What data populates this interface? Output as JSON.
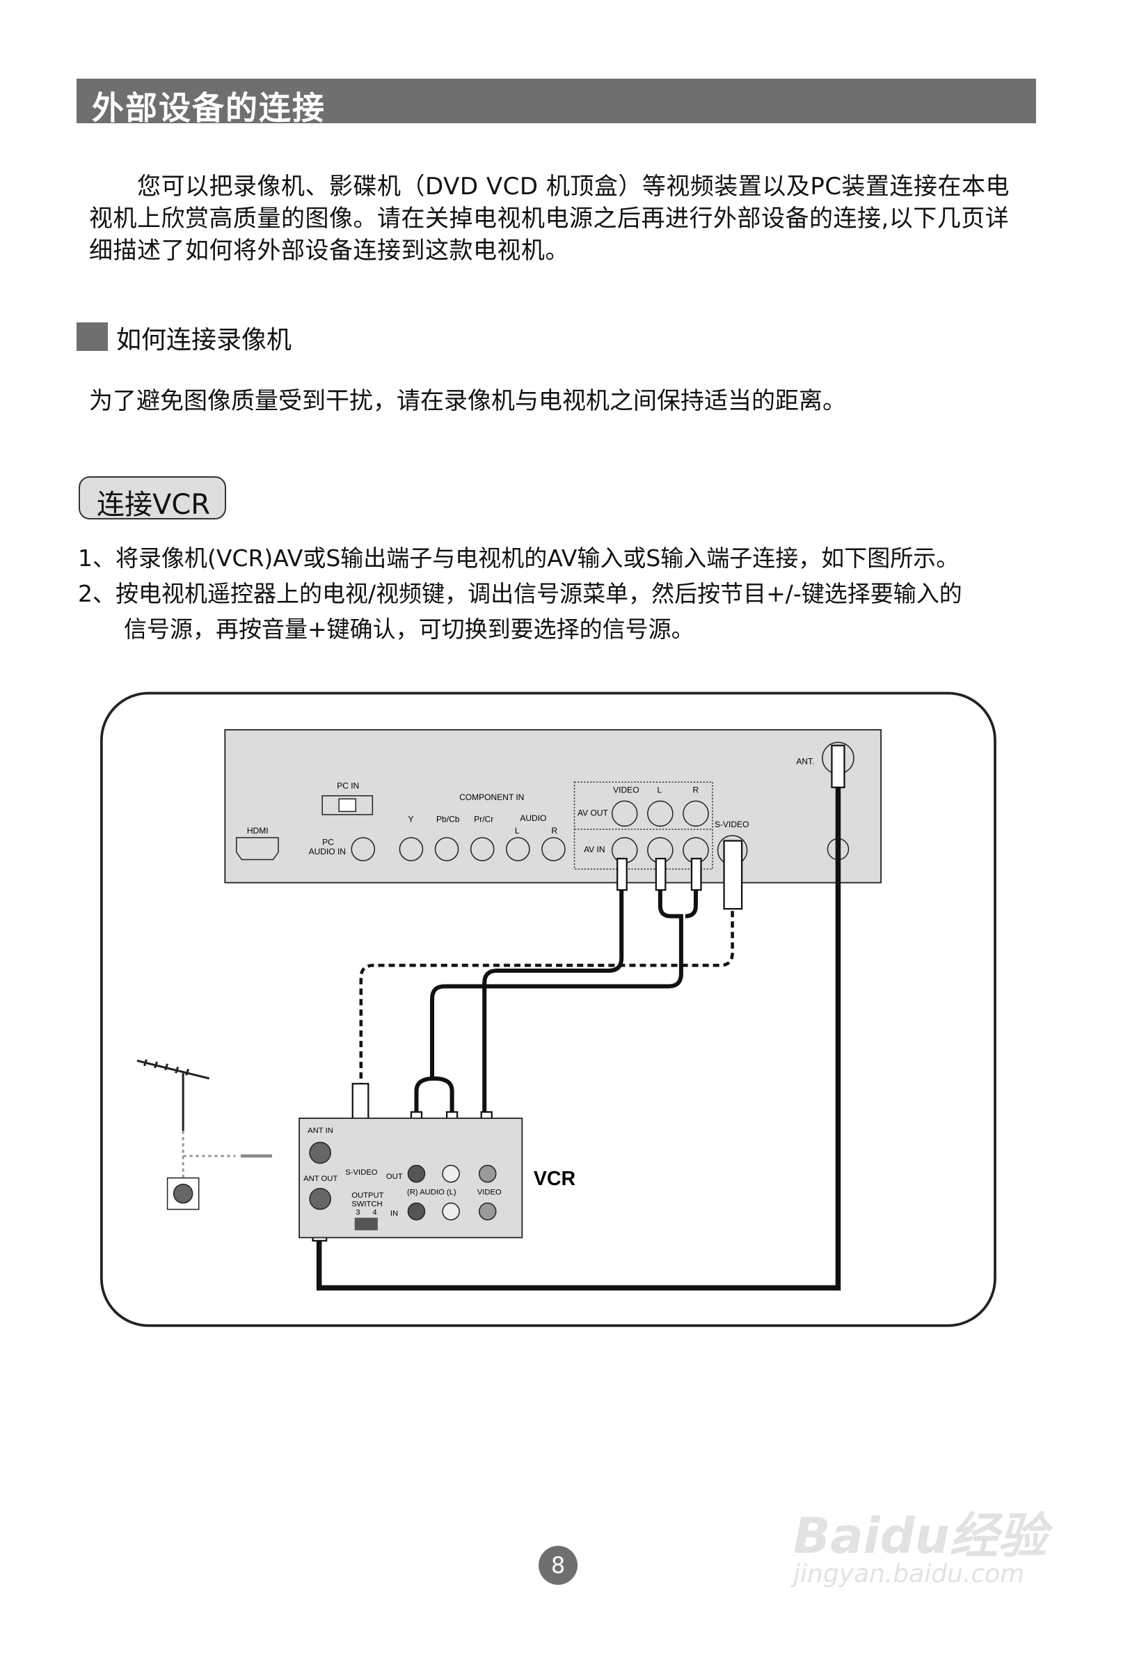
{
  "header": {
    "title": "外部设备的连接"
  },
  "intro": "　　您可以把录像机、影碟机（DVD VCD 机顶盒）等视频装置以及PC装置连接在本电视机上欣赏高质量的图像。请在关掉电视机电源之后再进行外部设备的连接,以下几页详细描述了如何将外部设备连接到这款电视机。",
  "section": {
    "title": "如何连接录像机",
    "note": "为了避免图像质量受到干扰，请在录像机与电视机之间保持适当的距离。"
  },
  "pill": "连接VCR",
  "steps": [
    "1、将录像机(VCR)AV或S输出端子与电视机的AV输入或S输入端子连接，如下图所示。",
    "2、按电视机遥控器上的电视/视频键，调出信号源菜单，然后按节目+/-键选择要输入的",
    "　　信号源，再按音量+键确认，可切换到要选择的信号源。"
  ],
  "tv_panel": {
    "hdmi": "HDMI",
    "pc_in": "PC IN",
    "pc_audio_1": "PC",
    "pc_audio_2": "AUDIO IN",
    "component_in": "COMPONENT IN",
    "y": "Y",
    "pb": "Pb/Cb",
    "pr": "Pr/Cr",
    "audio": "AUDIO",
    "l": "L",
    "r": "R",
    "video": "VIDEO",
    "av_out": "AV OUT",
    "av_in": "AV IN",
    "s_video": "S-VIDEO",
    "ant": "ANT."
  },
  "vcr_panel": {
    "ant_in": "ANT IN",
    "ant_out": "ANT OUT",
    "s_video": "S-VIDEO",
    "out": "OUT",
    "in": "IN",
    "audio": "(R) AUDIO (L)",
    "video": "VIDEO",
    "output_switch_1": "OUTPUT",
    "output_switch_2": "SWITCH",
    "sw_3": "3",
    "sw_4": "4",
    "label": "VCR"
  },
  "page_number": "8",
  "watermark": {
    "brand": "Baidu经验",
    "url": "jingyan.baidu.com"
  }
}
